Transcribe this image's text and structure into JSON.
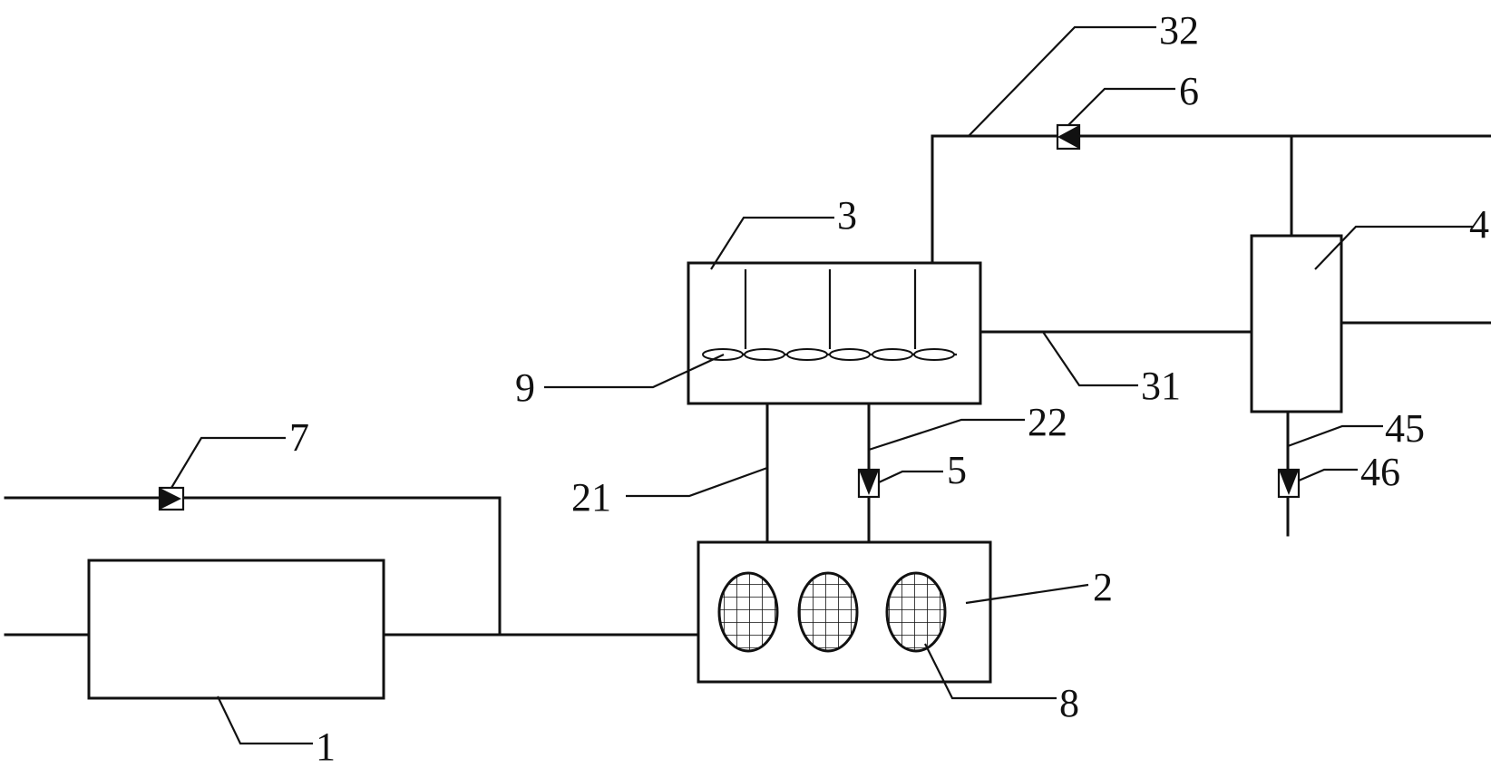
{
  "labels": {
    "l1": "1",
    "l2": "2",
    "l3": "3",
    "l4": "4",
    "l5": "5",
    "l6": "6",
    "l7": "7",
    "l8": "8",
    "l9": "9",
    "l21": "21",
    "l22": "22",
    "l31": "31",
    "l32": "32",
    "l45": "45",
    "l46": "46"
  }
}
